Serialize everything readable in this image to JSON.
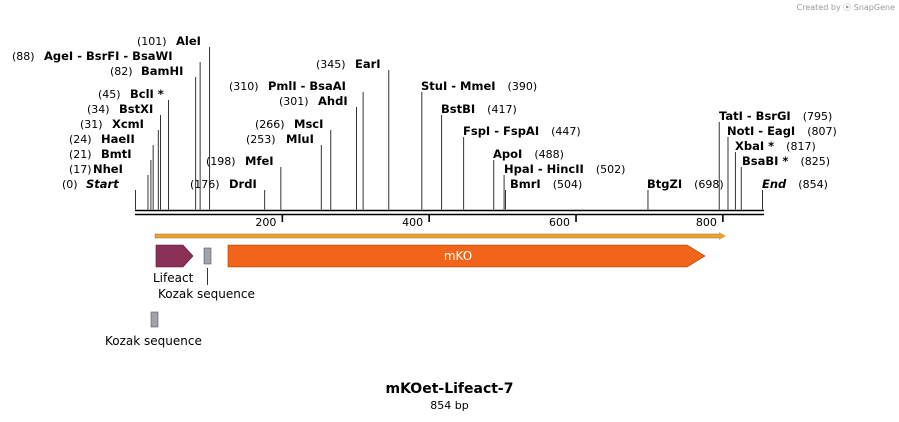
{
  "header": {
    "credit": "Created by ⦿ SnapGene"
  },
  "plasmid": {
    "name": "mKOet-Lifeact-7",
    "length_label": "854 bp",
    "length_bp": 854
  },
  "colors": {
    "backbone": "#000000",
    "orf_arrow": "#e8a23c",
    "lifeact": "#8b3157",
    "mko": "#f26419",
    "kozak": "#a0a4aa"
  },
  "ruler": {
    "ticks": [
      {
        "bp": 200,
        "label": "200"
      },
      {
        "bp": 400,
        "label": "400"
      },
      {
        "bp": 600,
        "label": "600"
      },
      {
        "bp": 800,
        "label": "800"
      }
    ]
  },
  "sites": [
    {
      "id": "start",
      "pos": "(0)",
      "bp": 0,
      "name": "Start",
      "italic": true
    },
    {
      "id": "nhei",
      "pos": "(17)",
      "bp": 17,
      "name": "NheI"
    },
    {
      "id": "bmti",
      "pos": "(21)",
      "bp": 21,
      "name": "BmtI"
    },
    {
      "id": "haeii",
      "pos": "(24)",
      "bp": 24,
      "name": "HaeII"
    },
    {
      "id": "xcmi",
      "pos": "(31)",
      "bp": 31,
      "name": "XcmI"
    },
    {
      "id": "bstxi",
      "pos": "(34)",
      "bp": 34,
      "name": "BstXI"
    },
    {
      "id": "bcli",
      "pos": "(45)",
      "bp": 45,
      "name": "BclI *"
    },
    {
      "id": "bamhi",
      "pos": "(82)",
      "bp": 82,
      "name": "BamHI"
    },
    {
      "id": "agei",
      "pos": "(88)",
      "bp": 88,
      "name": "AgeI  -  BsrFI  -  BsaWI"
    },
    {
      "id": "alei",
      "pos": "(101)",
      "bp": 101,
      "name": "AleI"
    },
    {
      "id": "drdi",
      "pos": "(176)",
      "bp": 176,
      "name": "DrdI"
    },
    {
      "id": "mfei",
      "pos": "(198)",
      "bp": 198,
      "name": "MfeI"
    },
    {
      "id": "mlui",
      "pos": "(253)",
      "bp": 253,
      "name": "MluI"
    },
    {
      "id": "msci",
      "pos": "(266)",
      "bp": 266,
      "name": "MscI"
    },
    {
      "id": "ahdi",
      "pos": "(301)",
      "bp": 301,
      "name": "AhdI"
    },
    {
      "id": "pmli",
      "pos": "(310)",
      "bp": 310,
      "name": "PmlI  -  BsaAI"
    },
    {
      "id": "eari",
      "pos": "(345)",
      "bp": 345,
      "name": "EarI"
    },
    {
      "id": "stui",
      "pos": "(390)",
      "bp": 390,
      "name": "StuI  -  MmeI"
    },
    {
      "id": "bstbi",
      "pos": "(417)",
      "bp": 417,
      "name": "BstBI"
    },
    {
      "id": "fspi",
      "pos": "(447)",
      "bp": 447,
      "name": "FspI  -  FspAI"
    },
    {
      "id": "apoi",
      "pos": "(488)",
      "bp": 488,
      "name": "ApoI"
    },
    {
      "id": "hpai",
      "pos": "(502)",
      "bp": 502,
      "name": "HpaI  -  HincII"
    },
    {
      "id": "bmri",
      "pos": "(504)",
      "bp": 504,
      "name": "BmrI"
    },
    {
      "id": "btgzi",
      "pos": "(698)",
      "bp": 698,
      "name": "BtgZI"
    },
    {
      "id": "tati",
      "pos": "(795)",
      "bp": 795,
      "name": "TatI  -  BsrGI"
    },
    {
      "id": "noti",
      "pos": "(807)",
      "bp": 807,
      "name": "NotI  -  EagI"
    },
    {
      "id": "xbai",
      "pos": "(817)",
      "bp": 817,
      "name": "XbaI *"
    },
    {
      "id": "bsabi",
      "pos": "(825)",
      "bp": 825,
      "name": "BsaBI *"
    },
    {
      "id": "end",
      "pos": "(854)",
      "bp": 854,
      "name": "End",
      "italic": true
    }
  ],
  "features": {
    "lifeact": "Lifeact",
    "mko": "mKO",
    "kozak1": "Kozak sequence",
    "kozak2": "Kozak sequence"
  }
}
